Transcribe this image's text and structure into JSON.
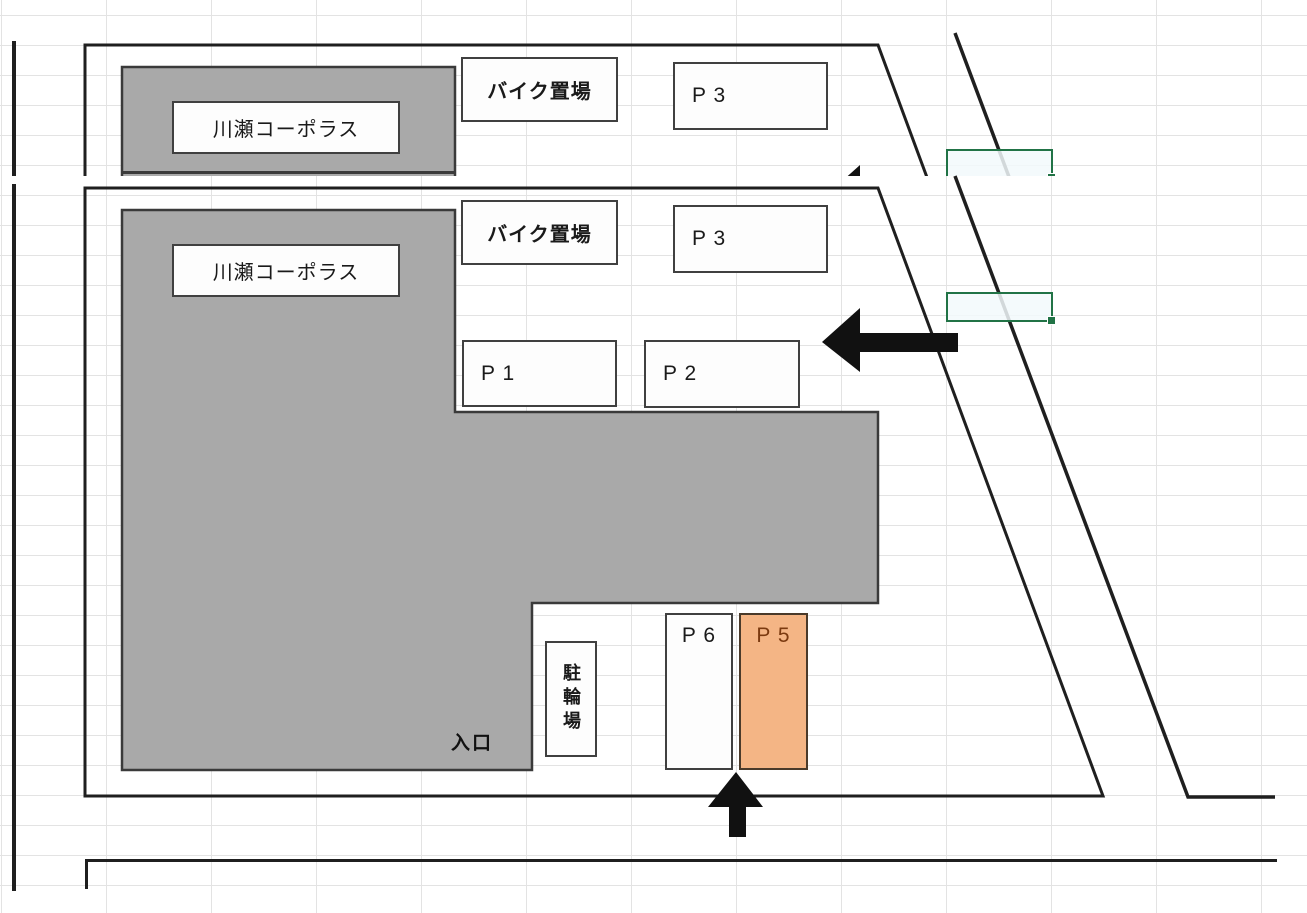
{
  "map": {
    "labels": {
      "building": "川瀬コーポラス",
      "bike_storage": "バイク置場",
      "p1": "P 1",
      "p2": "P 2",
      "p3": "P 3",
      "p5": "P 5",
      "p6": "P 6",
      "bicycle_parking": "駐輪場",
      "entrance": "入口"
    },
    "colors": {
      "building_fill": "#a9a9a9",
      "building_border": "#3a3a3a",
      "box_border": "#404040",
      "p5_fill": "#f4b585",
      "p5_text": "#7b3a10",
      "outline": "#1f1f1f",
      "arrow": "#111111",
      "selection_green": "#217346",
      "grid_line": "#e3e3e3"
    }
  }
}
